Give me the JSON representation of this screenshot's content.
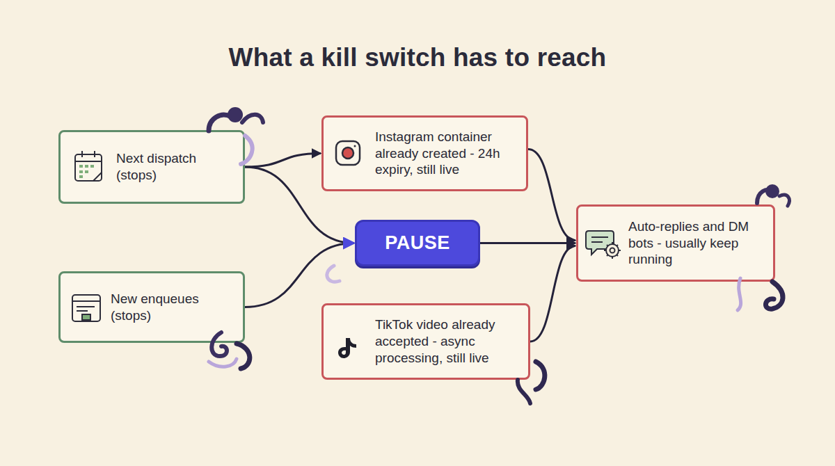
{
  "diagram": {
    "title": "What a kill switch has to reach",
    "nodes": [
      {
        "text": [
          "Next dispatch (stops)"
        ]
      },
      {
        "text": [
          "New enqueues (stops)"
        ]
      },
      {
        "text": [
          "Instagram container already created - 24h expiry, still live"
        ]
      },
      {
        "text": [
          "PAUSE"
        ]
      },
      {
        "text": [
          "TikTok video already accepted - async processing, still live"
        ]
      },
      {
        "text": [
          "Auto-replies and DM bots - usually keep running"
        ]
      }
    ],
    "edges": [
      {
        "from": 0,
        "to": 2,
        "arrow": "to"
      },
      {
        "from": 0,
        "to": 3,
        "arrow": "to"
      },
      {
        "from": 1,
        "to": 3,
        "arrow": "to"
      },
      {
        "from": 3,
        "to": 5,
        "arrow": "to"
      },
      {
        "from": 2,
        "to": 5,
        "arrow": "to"
      },
      {
        "from": 4,
        "to": 5,
        "arrow": "to"
      }
    ]
  }
}
